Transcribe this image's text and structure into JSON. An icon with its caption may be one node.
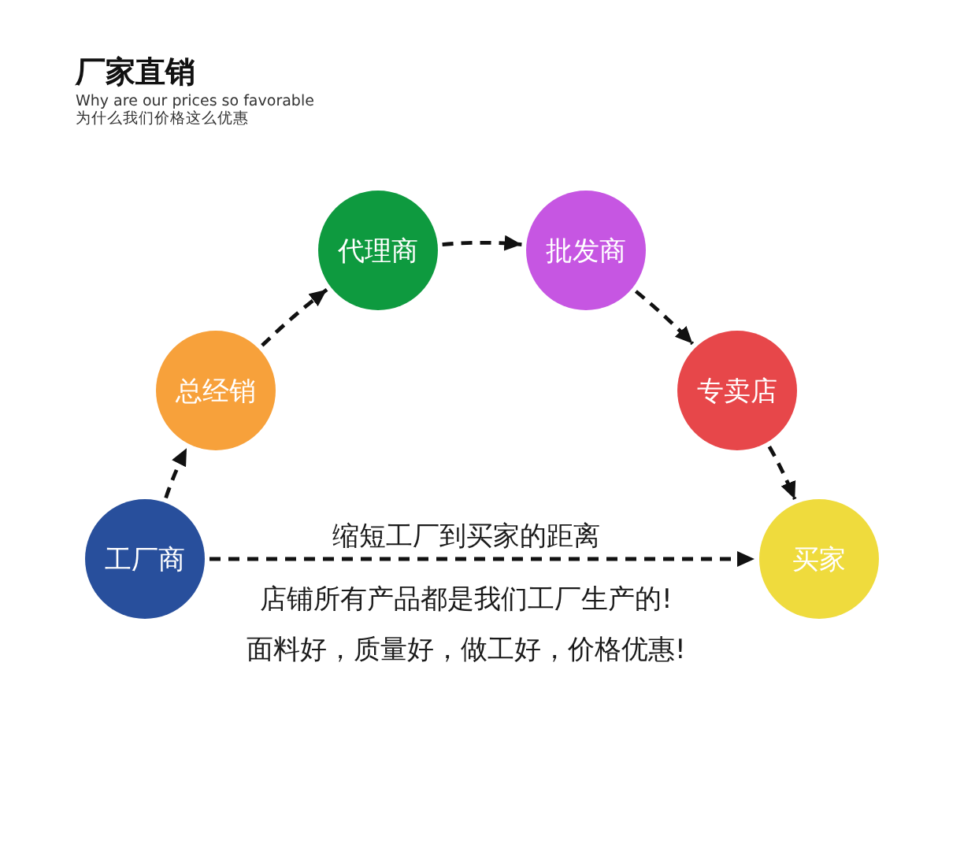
{
  "diagram": {
    "title": "厂家直销",
    "nodes": [
      {
        "text": [
          "工厂商"
        ]
      },
      {
        "text": [
          "总经销"
        ]
      },
      {
        "text": [
          "代理商"
        ]
      },
      {
        "text": [
          "批发商"
        ]
      },
      {
        "text": [
          "专卖店"
        ]
      },
      {
        "text": [
          "买家"
        ]
      }
    ],
    "edges": [
      {
        "from": 0,
        "to": 1,
        "arrow": "to"
      },
      {
        "from": 1,
        "to": 2,
        "arrow": "to"
      },
      {
        "from": 2,
        "to": 3,
        "arrow": "to"
      },
      {
        "from": 3,
        "to": 4,
        "arrow": "to"
      },
      {
        "from": 4,
        "to": 5,
        "arrow": "to"
      },
      {
        "from": 0,
        "to": 5,
        "arrow": "to",
        "label": "缩短工厂到买家的距离"
      }
    ],
    "labels": [
      "Why are our prices so favorable",
      "为什么我们价格这么优惠",
      "店铺所有产品都是我们工厂生产的!",
      "面料好，质量好，做工好，价格优惠!"
    ]
  }
}
